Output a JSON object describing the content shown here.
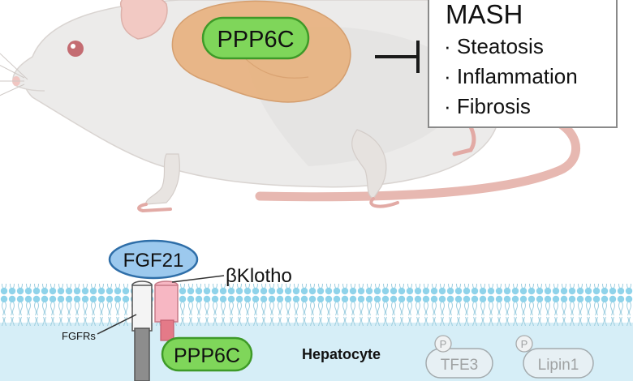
{
  "mouse_panel": {
    "liver_label": "PPP6C"
  },
  "mash_box": {
    "title": "MASH",
    "items": [
      "· Steatosis",
      "· Inflammation",
      "· Fibrosis"
    ]
  },
  "membrane_panel": {
    "ligand_label": "FGF21",
    "coreceptor_label": "βKlotho",
    "receptor_label": "FGFRs",
    "ppp6c_label": "PPP6C",
    "cell_label": "Hepatocyte",
    "substrates": [
      {
        "label": "TFE3",
        "phospho_mark": "P"
      },
      {
        "label": "Lipin1",
        "phospho_mark": "P"
      }
    ]
  },
  "colors": {
    "ppp6c_fill": "#7fd65a",
    "ppp6c_border": "#3e9a28",
    "fgf21_fill": "#9cc9ee",
    "fgf21_border": "#2e6ea8",
    "klotho_fill": "#f7b7c3",
    "receptor_fill": "#8d8d8d",
    "membrane_head": "#8fd3ea",
    "cytoplasm": "#d6eef7",
    "liver": "#e8b483",
    "mouse_body": "#ecebea"
  }
}
